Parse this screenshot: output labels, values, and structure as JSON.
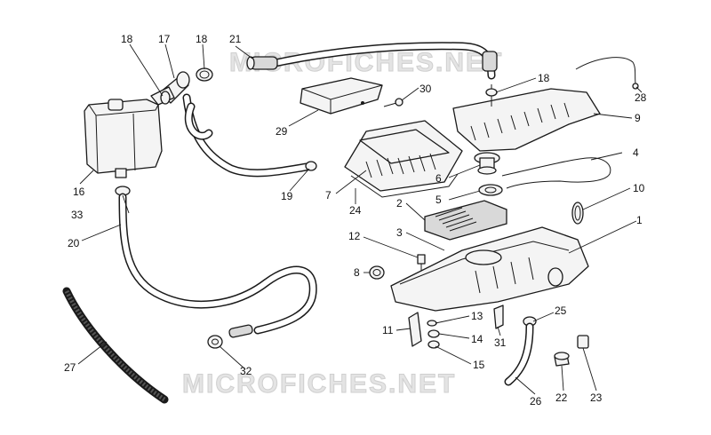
{
  "watermarks": [
    "MICROFICHES.NET",
    "MICROFICHES.NET"
  ],
  "callouts": [
    "1",
    "2",
    "3",
    "4",
    "5",
    "6",
    "7",
    "8",
    "9",
    "10",
    "11",
    "12",
    "13",
    "14",
    "15",
    "16",
    "17",
    "18",
    "18",
    "18",
    "19",
    "20",
    "21",
    "22",
    "23",
    "24",
    "25",
    "26",
    "27",
    "28",
    "29",
    "30",
    "31",
    "32",
    "33"
  ]
}
